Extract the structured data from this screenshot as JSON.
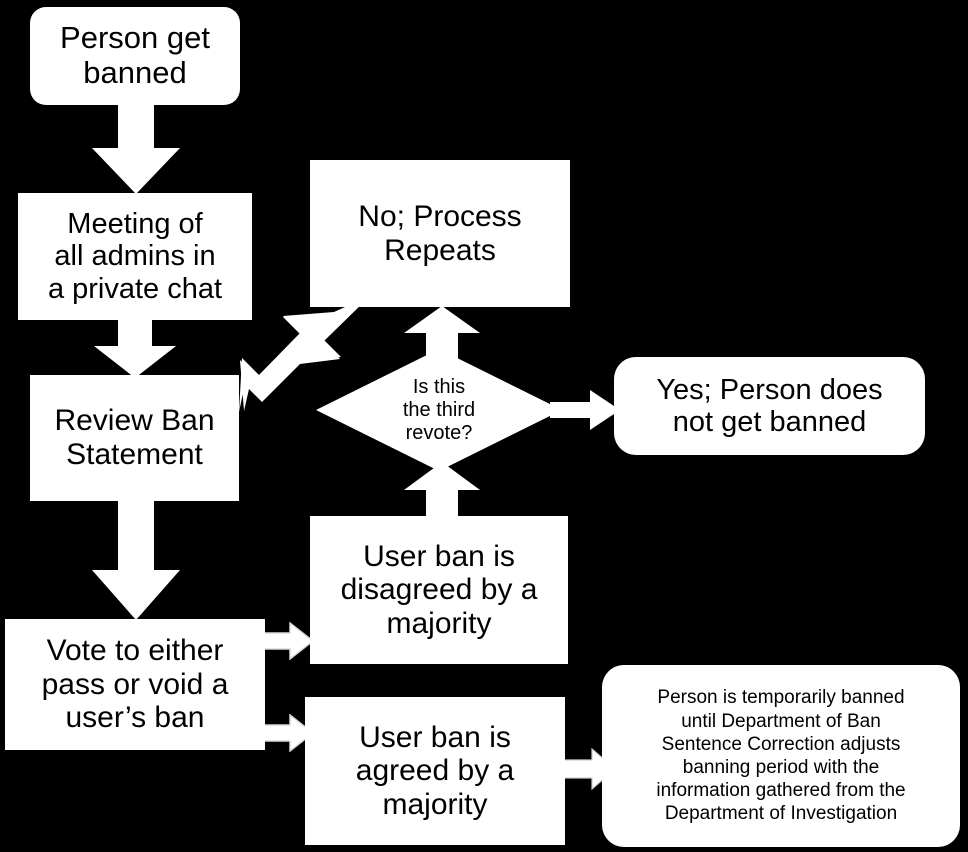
{
  "diagram": {
    "title": "Ban review process flowchart",
    "background_color": "#000000",
    "node_fill": "#ffffff",
    "node_text_color": "#000000",
    "nodes": [
      {
        "id": "person-get-banned",
        "label": "Person get\nbanned",
        "shape": "rounded-rect"
      },
      {
        "id": "meeting-of-admins",
        "label": "Meeting of\nall admins in\na private chat",
        "shape": "rect"
      },
      {
        "id": "review-ban-statement",
        "label": "Review Ban\nStatement",
        "shape": "rect"
      },
      {
        "id": "vote-pass-or-void",
        "label": "Vote to either\npass or void a\nuser’s ban",
        "shape": "rect"
      },
      {
        "id": "no-process-repeats",
        "label": "No; Process\nRepeats",
        "shape": "rect"
      },
      {
        "id": "is-third-revote",
        "label": "Is this\nthe third\nrevote?",
        "shape": "diamond"
      },
      {
        "id": "yes-not-banned",
        "label": "Yes; Person does\nnot get banned",
        "shape": "rounded-rect"
      },
      {
        "id": "ban-disagreed",
        "label": "User ban is\ndisagreed by a\nmajority",
        "shape": "rect"
      },
      {
        "id": "ban-agreed",
        "label": "User ban is\nagreed by a\nmajority",
        "shape": "rect"
      },
      {
        "id": "temporary-ban-detail",
        "label": "Person is temporarily banned\nuntil Department of Ban\nSentence Correction adjusts\nbanning period with the\ninformation gathered from the\nDepartment of Investigation",
        "shape": "rounded-rect"
      }
    ],
    "edges": [
      {
        "id": "e1",
        "from": "person-get-banned",
        "to": "meeting-of-admins",
        "direction": "down"
      },
      {
        "id": "e2",
        "from": "meeting-of-admins",
        "to": "review-ban-statement",
        "direction": "down"
      },
      {
        "id": "e3",
        "from": "review-ban-statement",
        "to": "vote-pass-or-void",
        "direction": "down"
      },
      {
        "id": "e4",
        "from": "vote-pass-or-void",
        "to": "ban-disagreed",
        "direction": "right"
      },
      {
        "id": "e5",
        "from": "vote-pass-or-void",
        "to": "ban-agreed",
        "direction": "right"
      },
      {
        "id": "e6",
        "from": "ban-disagreed",
        "to": "is-third-revote",
        "direction": "up"
      },
      {
        "id": "e7",
        "from": "is-third-revote",
        "to": "no-process-repeats",
        "direction": "up"
      },
      {
        "id": "e8",
        "from": "is-third-revote",
        "to": "yes-not-banned",
        "direction": "right"
      },
      {
        "id": "e9",
        "from": "no-process-repeats",
        "to": "review-ban-statement",
        "direction": "down-left"
      },
      {
        "id": "e10",
        "from": "ban-agreed",
        "to": "temporary-ban-detail",
        "direction": "right"
      }
    ]
  }
}
